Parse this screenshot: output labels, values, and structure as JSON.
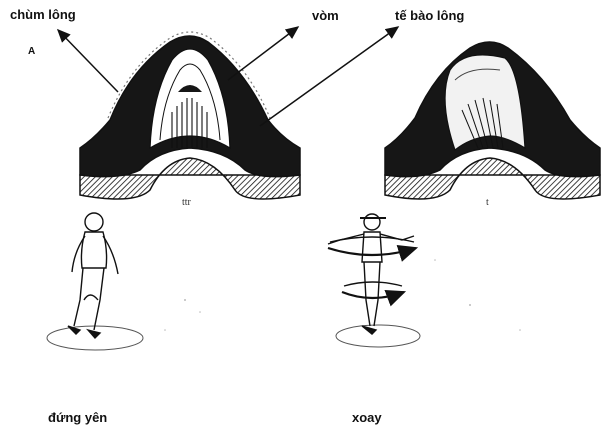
{
  "labels": {
    "cupula_hairs": "chùm lông",
    "dome": "vòm",
    "hair_cells": "tế bào lông",
    "panel_a": "A",
    "standing": "đứng yên",
    "rotating": "xoay"
  },
  "colors": {
    "ink": "#111111",
    "crest_fill": "#161616",
    "white": "#ffffff",
    "floor": "#cfcfcf"
  },
  "icons": [
    "arrow-icon",
    "rotation-arrow-icon"
  ]
}
